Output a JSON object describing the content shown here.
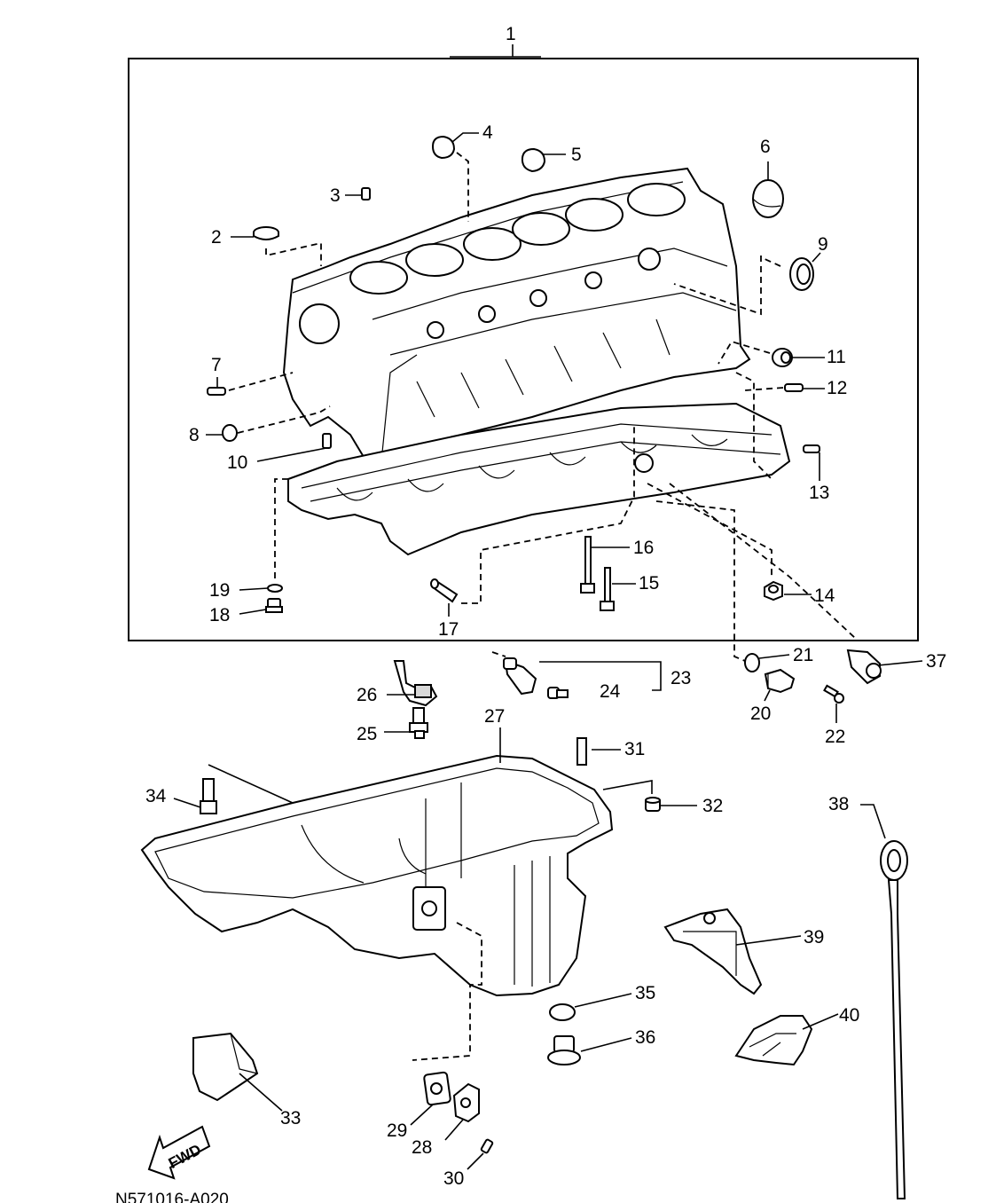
{
  "diagram": {
    "callouts": [
      "1",
      "2",
      "3",
      "4",
      "5",
      "6",
      "7",
      "8",
      "9",
      "10",
      "11",
      "12",
      "13",
      "14",
      "15",
      "16",
      "17",
      "18",
      "19",
      "20",
      "21",
      "22",
      "23",
      "24",
      "25",
      "26",
      "27",
      "28",
      "29",
      "30",
      "31",
      "32",
      "33",
      "34",
      "35",
      "36",
      "37",
      "38",
      "39",
      "40"
    ],
    "direction_label": "FWD",
    "figure_code": "N571016-A020"
  }
}
